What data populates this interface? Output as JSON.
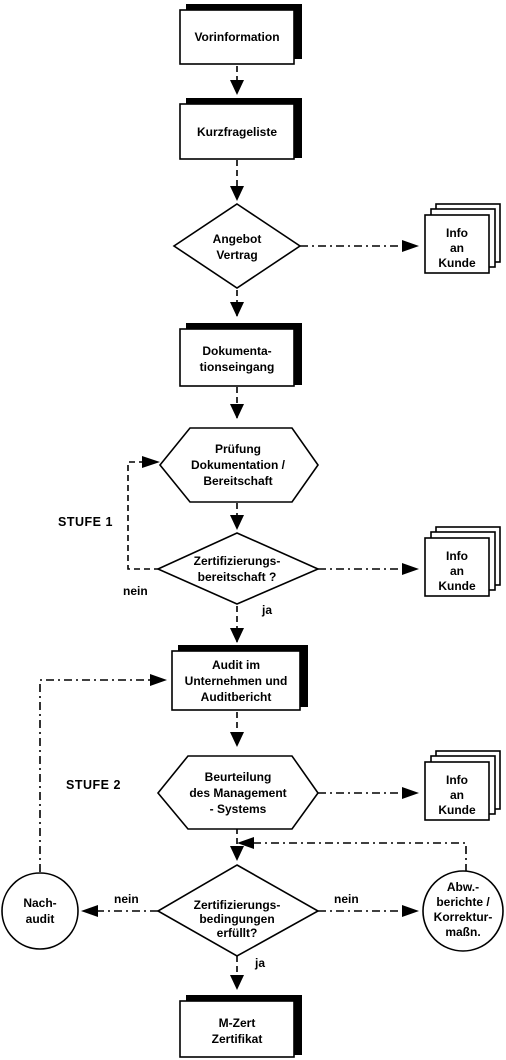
{
  "nodes": {
    "vorinformation": "Vorinformation",
    "kurzfrageliste": "Kurzfrageliste",
    "angebot": [
      "Angebot",
      "Vertrag"
    ],
    "dokumentation": [
      "Dokumenta-",
      "tionseingang"
    ],
    "pruefung": [
      "Prüfung",
      "Dokumentation /",
      "Bereitschaft"
    ],
    "zert_bereitschaft": [
      "Zertifizierungs-",
      "bereitschaft ?"
    ],
    "audit": [
      "Audit im",
      "Unternehmen und",
      "Auditbericht"
    ],
    "beurteilung": [
      "Beurteilung",
      "des Management",
      "- Systems"
    ],
    "zert_bedingungen": [
      "Zertifizierungs-",
      "bedingungen",
      "erfüllt?"
    ],
    "zertifikat": [
      "M-Zert",
      "Zertifikat"
    ],
    "nachaudit": [
      "Nach-",
      "audit"
    ],
    "abweichung": [
      "Abw.-",
      "berichte /",
      "Korrektur-",
      "maßn."
    ]
  },
  "info_boxes": [
    [
      "Info",
      "an",
      "Kunde"
    ],
    [
      "Info",
      "an",
      "Kunde"
    ],
    [
      "Info",
      "an",
      "Kunde"
    ]
  ],
  "labels": {
    "stufe1": "STUFE  1",
    "stufe2": "STUFE  2",
    "nein1": "nein",
    "ja1": "ja",
    "nein2": "nein",
    "nein3": "nein",
    "ja2": "ja"
  }
}
